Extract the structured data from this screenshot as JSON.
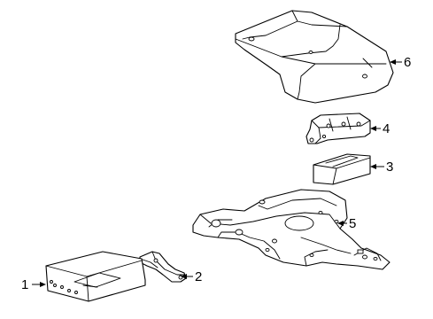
{
  "callouts": [
    {
      "id": "1",
      "label": "1",
      "part": "control-module"
    },
    {
      "id": "2",
      "label": "2",
      "part": "bracket"
    },
    {
      "id": "3",
      "label": "3",
      "part": "box-module"
    },
    {
      "id": "4",
      "label": "4",
      "part": "mounting-bracket"
    },
    {
      "id": "5",
      "label": "5",
      "part": "support-frame"
    },
    {
      "id": "6",
      "label": "6",
      "part": "cover-panel"
    }
  ]
}
